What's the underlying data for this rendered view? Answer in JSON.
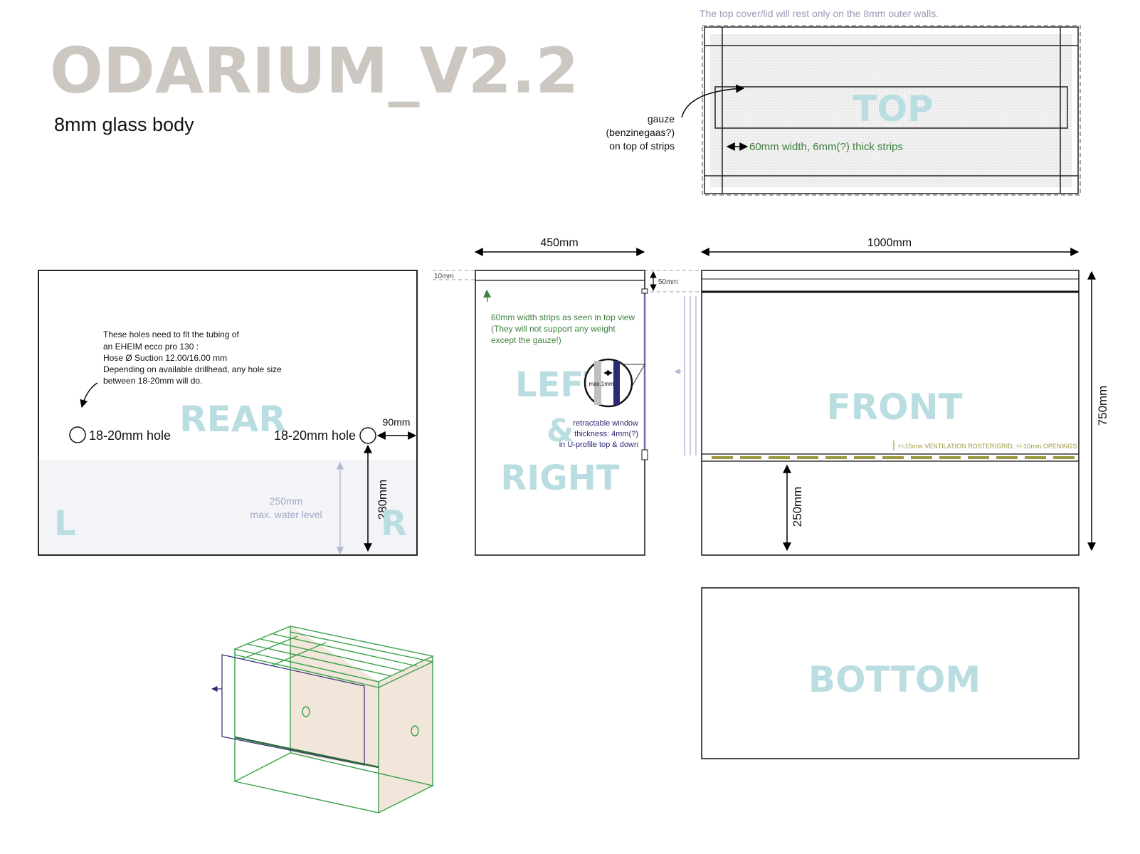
{
  "header": {
    "title": "ODARIUM_V2.2",
    "subtitle": "8mm glass body"
  },
  "top_view": {
    "note": "The top cover/lid will rest only on the 8mm outer walls.",
    "label": "TOP",
    "gauze_line1": "gauze",
    "gauze_line2": "(benzinegaas?)",
    "gauze_line3": "on top of strips",
    "strip_note": "60mm width, 6mm(?) thick strips"
  },
  "dimensions": {
    "depth": "450mm",
    "width": "1000mm",
    "height": "750mm",
    "rim_top": "10mm",
    "rim_side": "50mm",
    "hole_offset": "90mm",
    "hole_height": "280mm",
    "vent_height": "250mm"
  },
  "rear_view": {
    "label": "REAR",
    "left_mark": "L",
    "right_mark": "R",
    "note_lines": [
      "These holes need to fit the tubing of",
      "an EHEIM ecco pro 130 :",
      "Hose Ø Suction  12.00/16.00 mm",
      "Depending on available drillhead, any hole size",
      "between 18-20mm will do."
    ],
    "hole_left": "18-20mm hole",
    "hole_right": "18-20mm hole",
    "water_level_value": "250mm",
    "water_level_label": "max. water level"
  },
  "side_view": {
    "label_left": "LEFT",
    "label_amp": "&",
    "label_right": "RIGHT",
    "strip_note_lines": [
      "60mm width strips as seen in top view",
      "(They will not support any weight",
      "except the gauze!)"
    ],
    "zoom_label": "max.1mm",
    "window_note_lines": [
      "retractable window",
      "thickness: 4mm(?)",
      "in U-profile top & down"
    ]
  },
  "front_view": {
    "label": "FRONT",
    "vent_note": "+/-15mm VENTILATION ROSTER/GRID, +/-10mm OPENINGS"
  },
  "bottom_view": {
    "label": "BOTTOM"
  },
  "colors": {
    "title_gray": "#cdc7c2",
    "label_teal": "#b9dde0",
    "green_text": "#3f7f3f",
    "navy": "#2c2a75",
    "water": "#f3f4f8",
    "olive": "#9c9a40",
    "iso_green": "#3aa24a",
    "iso_fill": "#f2e6da"
  }
}
